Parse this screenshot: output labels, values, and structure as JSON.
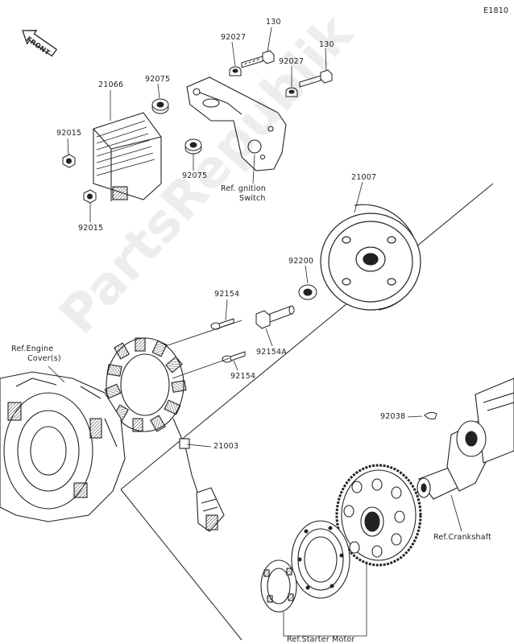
{
  "diagram_code": "E1810",
  "front_marker": "FRONT",
  "watermark": "PartsRepublik",
  "labels": {
    "p130_a": "130",
    "p130_b": "130",
    "p92027_a": "92027",
    "p92027_b": "92027",
    "p21066": "21066",
    "p92075_a": "92075",
    "p92075_b": "92075",
    "p92015_a": "92015",
    "p92015_b": "92015",
    "ref_ignition_1": "Ref. gnition",
    "ref_ignition_2": "Switch",
    "p21007": "21007",
    "p92200": "92200",
    "p92154_a": "92154",
    "p92154_b": "92154",
    "p92154A": "92154A",
    "ref_engine_1": "Ref.Engine",
    "ref_engine_2": "Cover(s)",
    "p21003": "21003",
    "p92038": "92038",
    "ref_crankshaft": "Ref.Crankshaft",
    "ref_starter": "Ref.Starter Motor"
  }
}
